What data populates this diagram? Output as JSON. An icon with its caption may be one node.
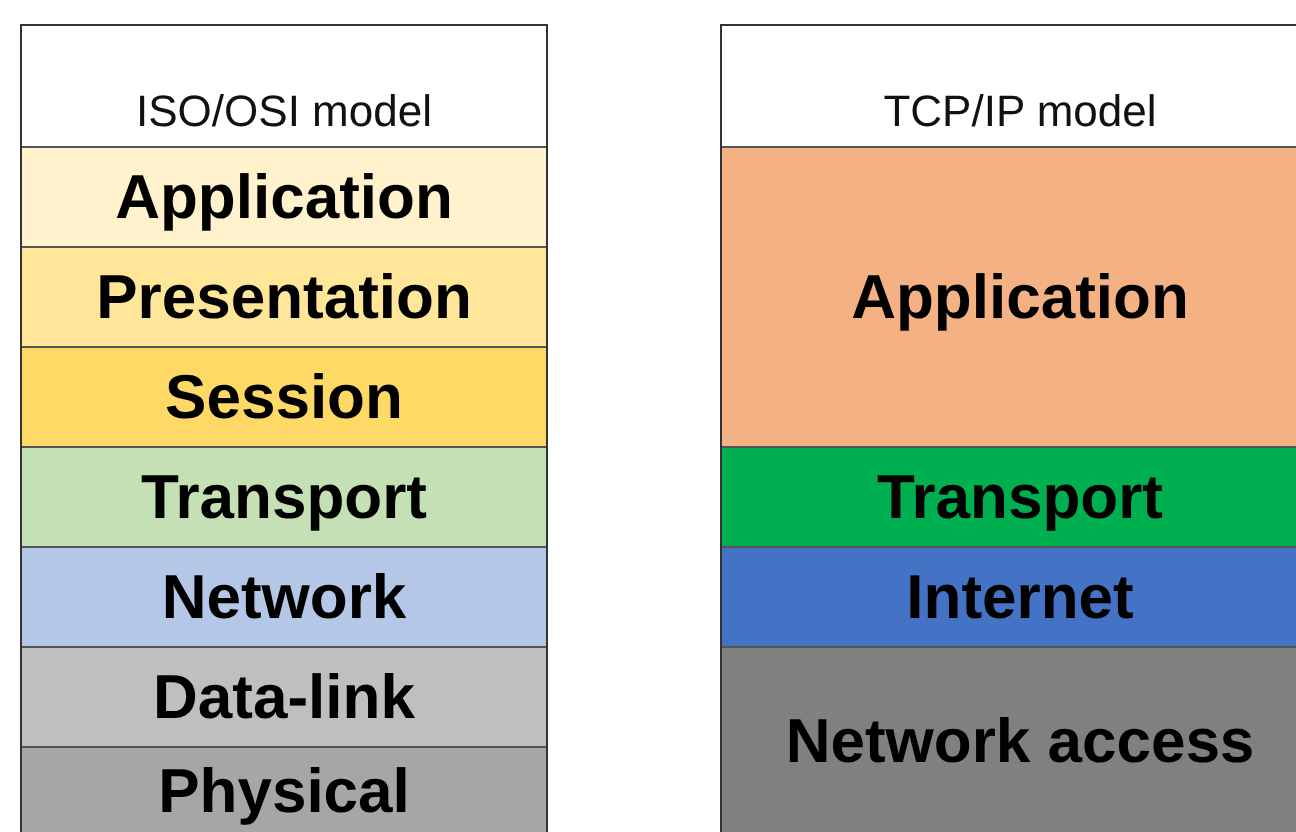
{
  "diagram": {
    "nodes": [
      {
        "text": [
          "ISO/OSI model"
        ]
      },
      {
        "text": [
          "Application"
        ],
        "in": 0
      },
      {
        "text": [
          "Presentation"
        ],
        "in": 0
      },
      {
        "text": [
          "Session"
        ],
        "in": 0
      },
      {
        "text": [
          "Transport"
        ],
        "in": 0
      },
      {
        "text": [
          "Network"
        ],
        "in": 0
      },
      {
        "text": [
          "Data-link"
        ],
        "in": 0
      },
      {
        "text": [
          "Physical"
        ],
        "in": 0
      },
      {
        "text": [
          "TCP/IP model"
        ]
      },
      {
        "text": [
          "Application"
        ],
        "in": 8
      },
      {
        "text": [
          "Transport"
        ],
        "in": 8
      },
      {
        "text": [
          "Internet"
        ],
        "in": 8
      },
      {
        "text": [
          "Network access"
        ],
        "in": 8
      }
    ],
    "edges": []
  }
}
